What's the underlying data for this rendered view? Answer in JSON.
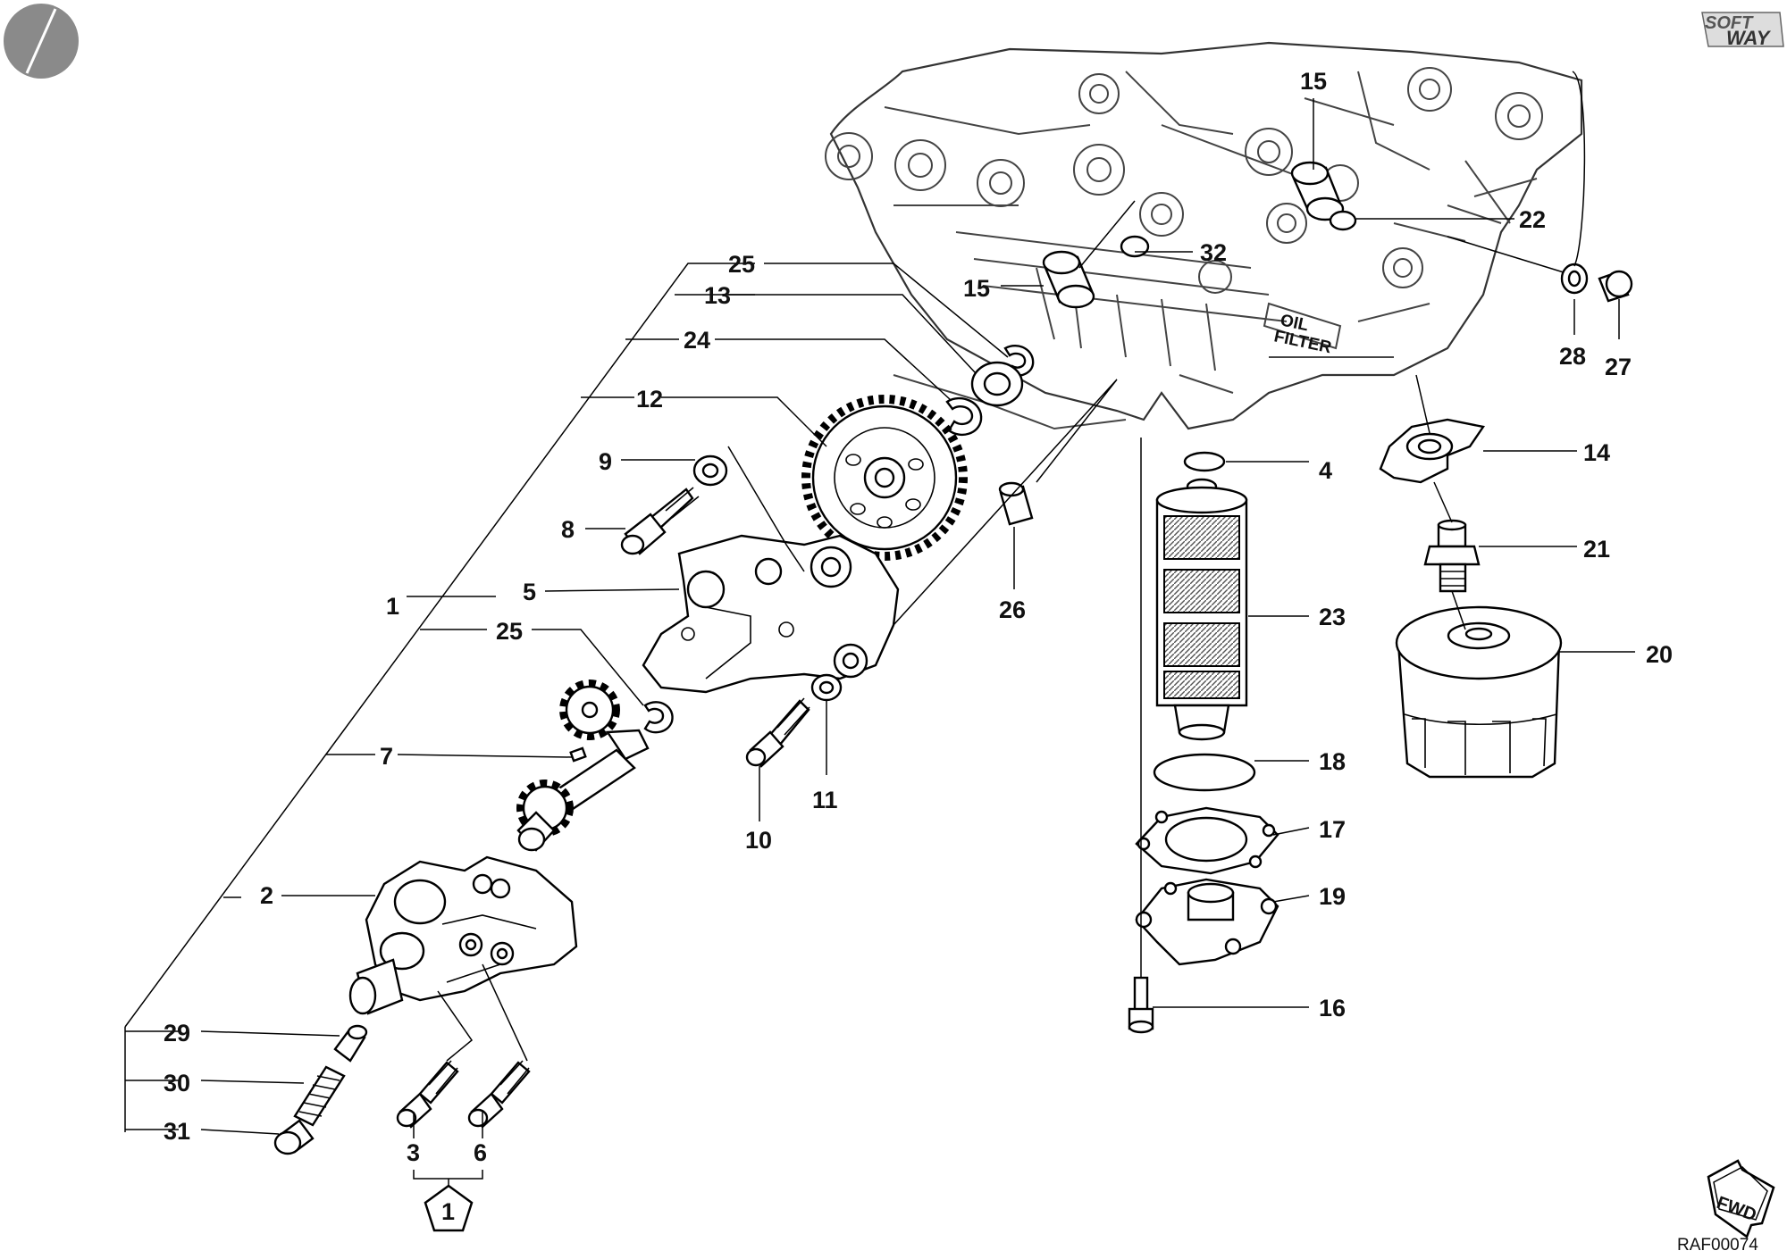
{
  "diagram": {
    "reference_code": "RAF00074",
    "brand_logo_text": [
      "SOFT",
      "WAY"
    ],
    "direction_badge": "FWD",
    "printed_text": [
      "OIL",
      "FILTER"
    ],
    "kit_badge_number": "1",
    "callouts": [
      "1",
      "2",
      "3",
      "4",
      "5",
      "6",
      "7",
      "8",
      "9",
      "10",
      "11",
      "12",
      "13",
      "14",
      "15",
      "15",
      "16",
      "17",
      "18",
      "19",
      "20",
      "21",
      "22",
      "23",
      "24",
      "25",
      "25",
      "26",
      "27",
      "28",
      "29",
      "30",
      "31",
      "32"
    ]
  }
}
